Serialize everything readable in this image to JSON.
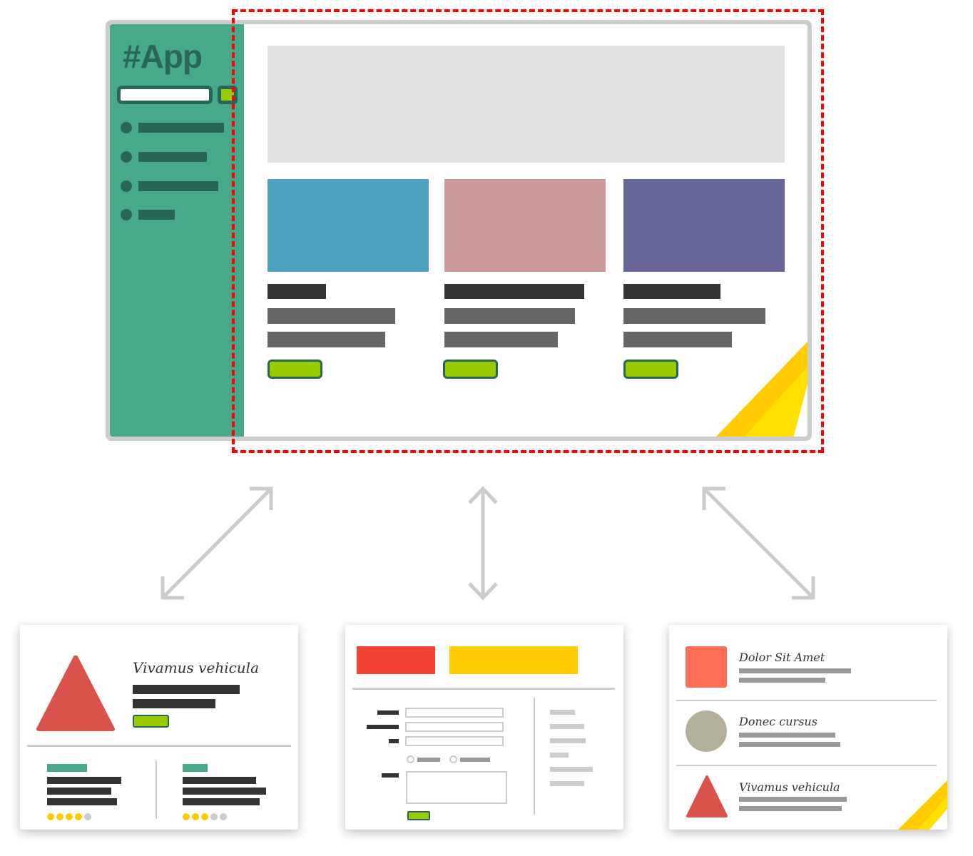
{
  "app": {
    "title": "#App"
  },
  "colors": {
    "sidebar": "#45a98a",
    "dark_green": "#2a6658",
    "accent": "#99cc00",
    "card_blue": "#4ea1bf",
    "card_pink": "#cb9999",
    "card_purple": "#676699",
    "highlight": "#ff0000"
  },
  "left_panel": {
    "title": "Vivamus vehicula",
    "ratings": [
      4,
      3
    ]
  },
  "right_panel": {
    "items": [
      {
        "title": "Dolor Sit Amet",
        "shape": "square"
      },
      {
        "title": "Donec cursus",
        "shape": "circle"
      },
      {
        "title": "Vivamus vehicula",
        "shape": "triangle"
      }
    ]
  }
}
